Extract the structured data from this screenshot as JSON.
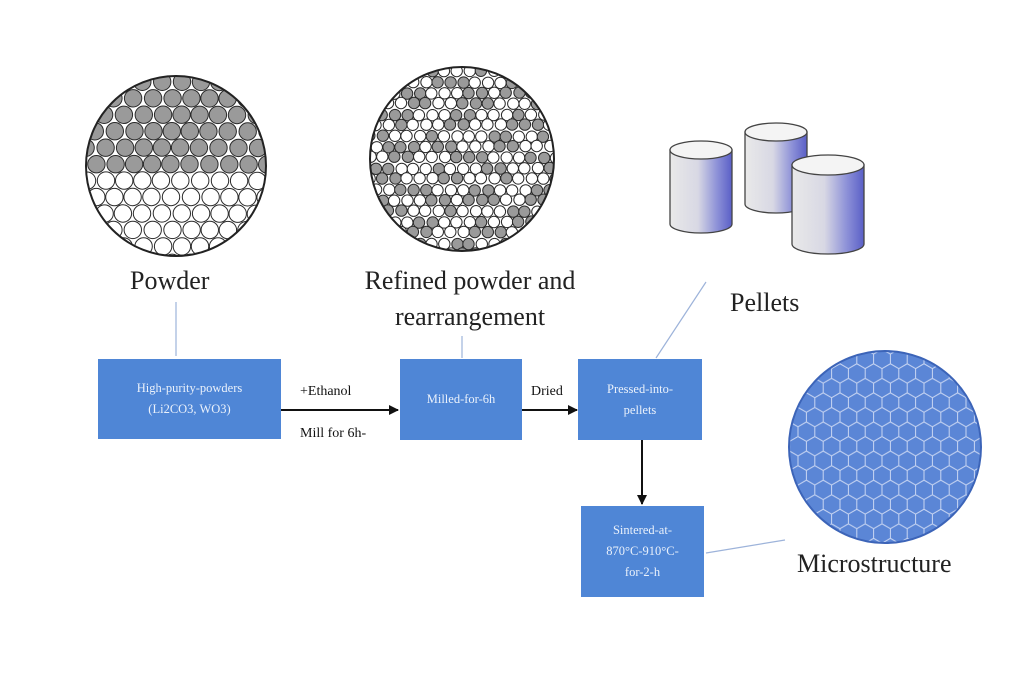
{
  "labels": {
    "powder": "Powder",
    "refined_line1": "Refined powder and",
    "refined_line2": "rearrangement",
    "pellets": "Pellets",
    "microstructure": "Microstructure"
  },
  "boxes": {
    "raw": {
      "line1": "High-purity-powders",
      "line2": "(Li2CO3, WO3)"
    },
    "milled": {
      "line1": "Milled-for-6h"
    },
    "pressed": {
      "line1": "Pressed-into-",
      "line2": "pellets"
    },
    "sintered": {
      "line1": "Sintered-at-",
      "line2": "870°C-910°C-",
      "line3": "for-2-h"
    }
  },
  "edges": {
    "ethanol": "+Ethanol",
    "mill": "Mill for 6h-",
    "dried": "Dried"
  },
  "colors": {
    "box_fill": "#4f86d6",
    "box_text": "#eaf1fb",
    "particle_gray": "#9a9a9a",
    "microstructure_fill": "#5b86d6",
    "pellet_shade": "#5a5fc7"
  }
}
